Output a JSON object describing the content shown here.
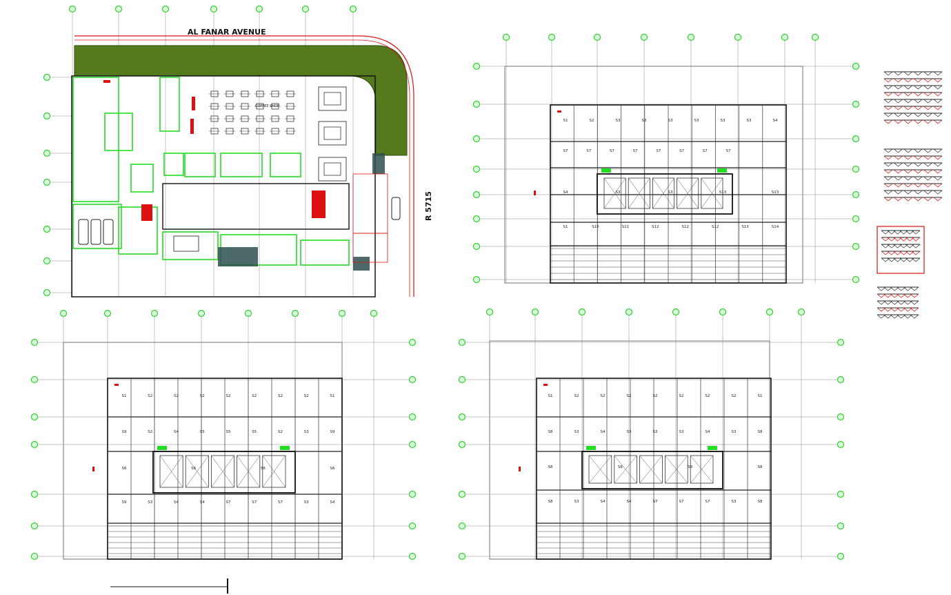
{
  "drawing": {
    "street_label": "AL FANAR AVENUE",
    "road_label": "R 5715",
    "coffee_shop_label": "COFFEE SHOP",
    "colors": {
      "background": "#ffffff",
      "lines": "#222222",
      "walls": "#111111",
      "grid_bubble": "#33cc33",
      "partitions": "#22dd22",
      "landscape": "#557a1e",
      "accent": "#dd1111"
    }
  },
  "plan_top_right": {
    "row1": [
      "S1",
      "S2",
      "S3",
      "S3",
      "S3",
      "S3",
      "S3",
      "S3",
      "S4"
    ],
    "row2": [
      "S7",
      "S7",
      "S7",
      "S7",
      "S7",
      "S7",
      "S7",
      "S7"
    ],
    "row3": [
      "S4",
      "S3",
      "S3",
      "S13",
      "S13"
    ],
    "row4": [
      "S1",
      "S10",
      "S11",
      "S12",
      "S12",
      "S12",
      "S13",
      "S14"
    ]
  },
  "plan_bottom_left": {
    "row1": [
      "S1",
      "S2",
      "S2",
      "S2",
      "S2",
      "S2",
      "S2",
      "S2",
      "S1"
    ],
    "row2": [
      "S9",
      "S2",
      "S4",
      "S5",
      "S5",
      "S5",
      "S2",
      "S3",
      "S9"
    ],
    "row3": [
      "S6",
      "S6",
      "S6",
      "S6"
    ],
    "row4": [
      "S9",
      "S3",
      "S4",
      "S4",
      "S7",
      "S7",
      "S7",
      "S3",
      "S4"
    ]
  },
  "plan_bottom_right": {
    "row1": [
      "S1",
      "S2",
      "S2",
      "S2",
      "S2",
      "S2",
      "S2",
      "S2",
      "S1"
    ],
    "row2": [
      "S8",
      "S3",
      "S4",
      "S3",
      "S3",
      "S3",
      "S4",
      "S3",
      "S8"
    ],
    "row3": [
      "S8",
      "S6",
      "S8",
      "S8"
    ],
    "row4": [
      "S8",
      "S3",
      "S4",
      "S4",
      "S7",
      "S7",
      "S7",
      "S3",
      "S8"
    ]
  }
}
